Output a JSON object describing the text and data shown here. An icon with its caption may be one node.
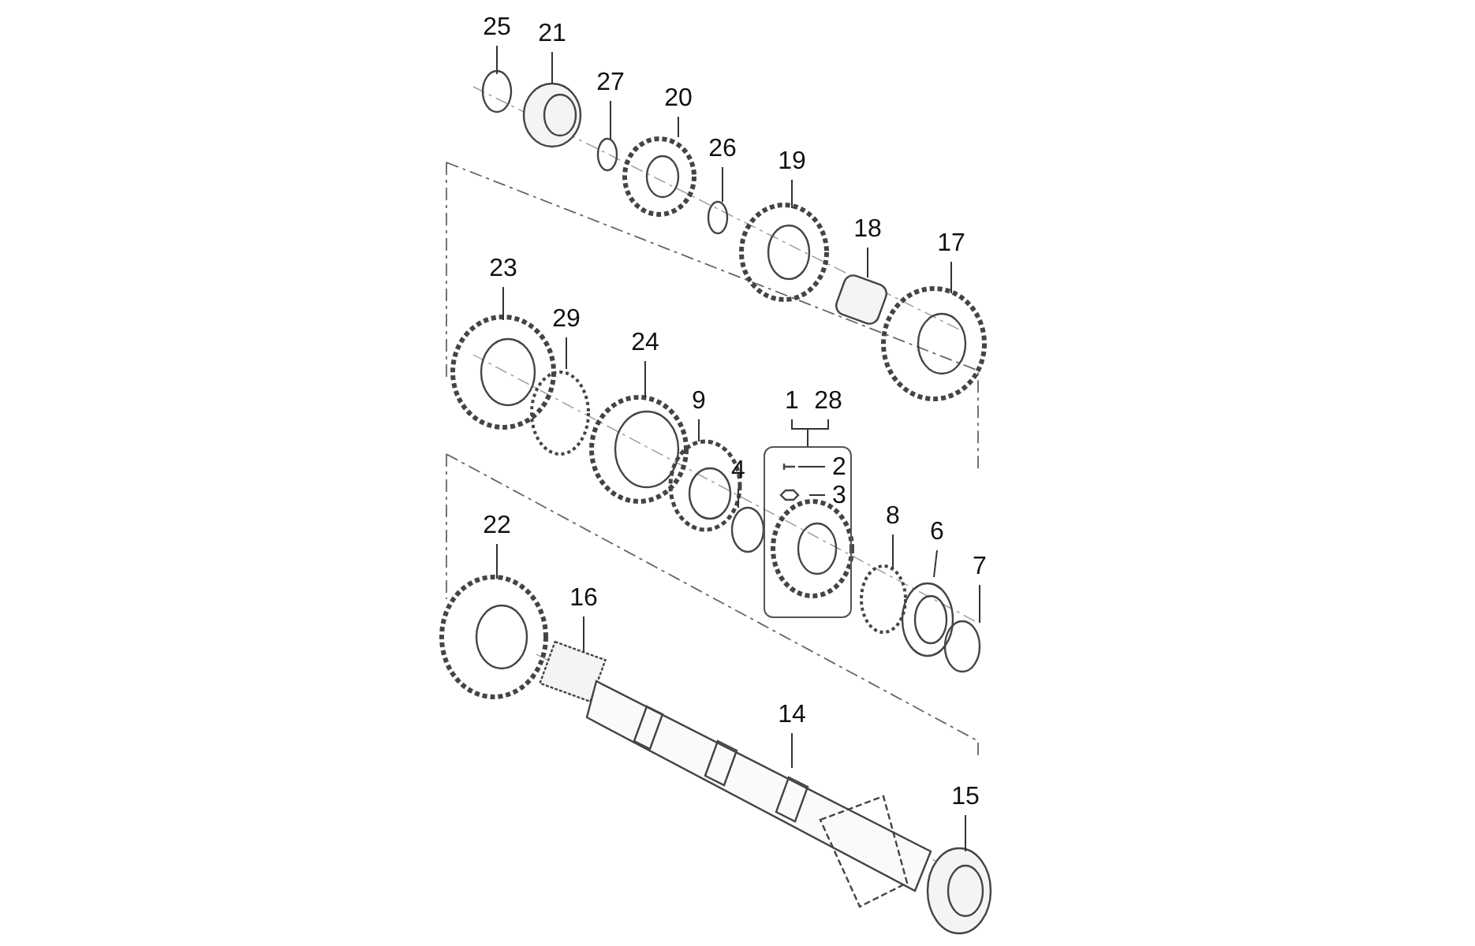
{
  "diagram": {
    "nodes": [
      {
        "text": [
          "25"
        ]
      },
      {
        "text": [
          "21"
        ]
      },
      {
        "text": [
          "27"
        ]
      },
      {
        "text": [
          "20"
        ]
      },
      {
        "text": [
          "26"
        ]
      },
      {
        "text": [
          "19"
        ]
      },
      {
        "text": [
          "18"
        ]
      },
      {
        "text": [
          "17"
        ]
      },
      {
        "text": [
          "23"
        ]
      },
      {
        "text": [
          "29"
        ]
      },
      {
        "text": [
          "24"
        ]
      },
      {
        "text": [
          "9"
        ]
      },
      {
        "text": [
          "1"
        ]
      },
      {
        "text": [
          "28"
        ]
      },
      {
        "text": [],
        "shape": "box"
      },
      {
        "text": [
          "2"
        ],
        "in": 14
      },
      {
        "text": [
          "3"
        ],
        "in": 14
      },
      {
        "text": [
          "4"
        ]
      },
      {
        "text": [
          "8"
        ]
      },
      {
        "text": [
          "22"
        ]
      },
      {
        "text": [
          "6"
        ]
      },
      {
        "text": [
          "7"
        ]
      },
      {
        "text": [
          "16"
        ]
      },
      {
        "text": [
          "14"
        ]
      },
      {
        "text": [
          "15"
        ]
      }
    ],
    "edges": [
      {
        "from": 0,
        "to": null,
        "arrow": "none"
      },
      {
        "from": 1,
        "to": null,
        "arrow": "none"
      },
      {
        "from": 2,
        "to": null,
        "arrow": "none"
      },
      {
        "from": 3,
        "to": null,
        "arrow": "none"
      },
      {
        "from": 4,
        "to": null,
        "arrow": "none"
      },
      {
        "from": 5,
        "to": null,
        "arrow": "none"
      },
      {
        "from": 6,
        "to": null,
        "arrow": "none"
      },
      {
        "from": 7,
        "to": null,
        "arrow": "none"
      },
      {
        "from": 8,
        "to": null,
        "arrow": "none"
      },
      {
        "from": 9,
        "to": null,
        "arrow": "none"
      },
      {
        "from": 10,
        "to": null,
        "arrow": "none"
      },
      {
        "from": 11,
        "to": null,
        "arrow": "none"
      },
      {
        "from": 12,
        "to": 14,
        "arrow": "none"
      },
      {
        "from": 13,
        "to": 14,
        "arrow": "none"
      },
      {
        "from": 15,
        "to": null,
        "arrow": "none"
      },
      {
        "from": 16,
        "to": null,
        "arrow": "none"
      },
      {
        "from": 17,
        "to": null,
        "arrow": "none"
      },
      {
        "from": 18,
        "to": null,
        "arrow": "none"
      },
      {
        "from": 19,
        "to": null,
        "arrow": "none"
      },
      {
        "from": 20,
        "to": null,
        "arrow": "none"
      },
      {
        "from": 21,
        "to": null,
        "arrow": "none"
      },
      {
        "from": 22,
        "to": null,
        "arrow": "none"
      },
      {
        "from": 23,
        "to": null,
        "arrow": "none"
      },
      {
        "from": 24,
        "to": null,
        "arrow": "none"
      }
    ]
  }
}
